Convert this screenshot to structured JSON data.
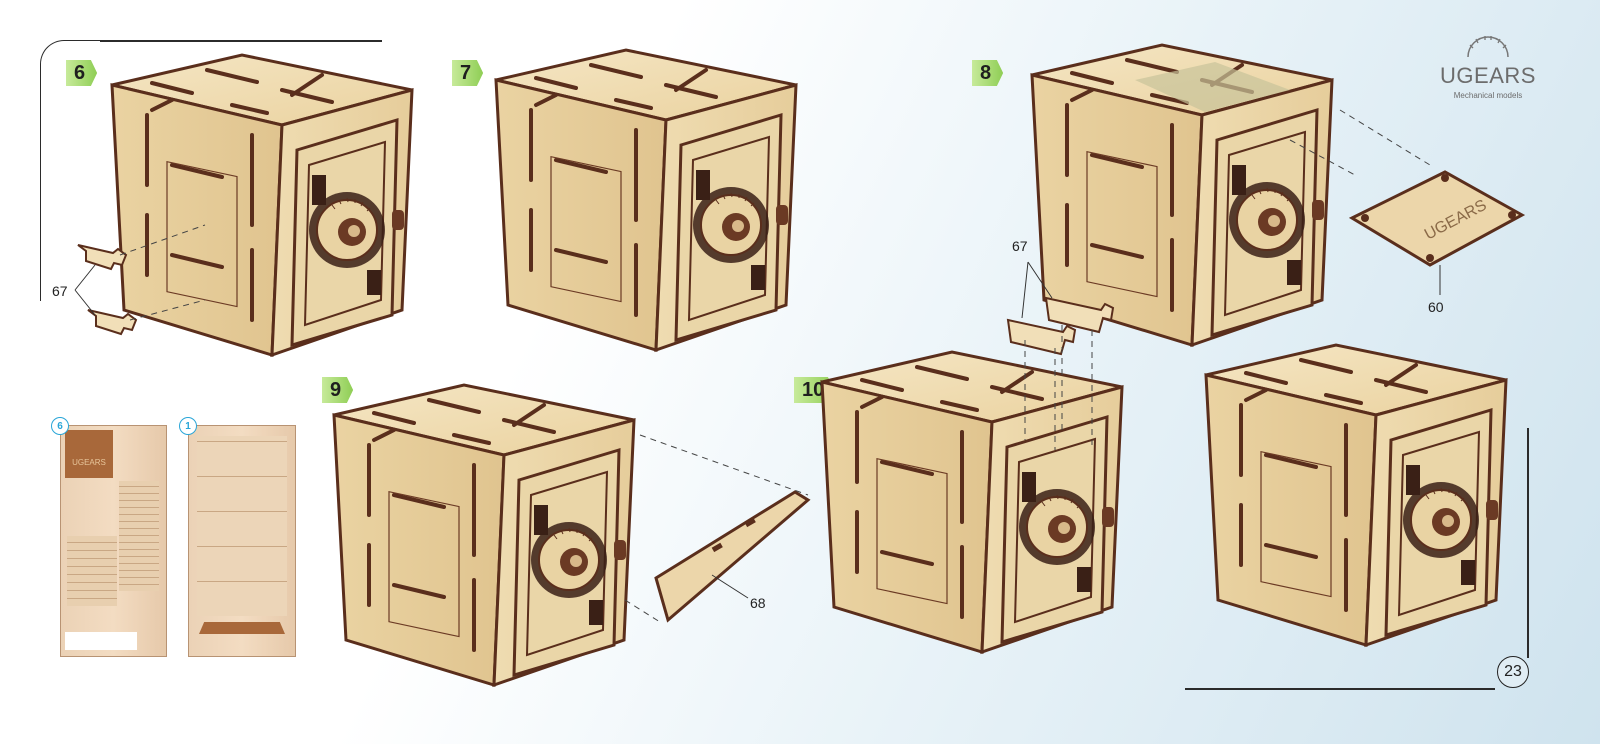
{
  "brand": {
    "name": "UGEARS",
    "tagline": "Mechanical models"
  },
  "page_number": "23",
  "steps": [
    {
      "number": "6"
    },
    {
      "number": "7"
    },
    {
      "number": "8"
    },
    {
      "number": "9"
    },
    {
      "number": "10"
    }
  ],
  "part_labels": {
    "p67_step6": "67",
    "p67_step10": "67",
    "p60": "60",
    "p68": "68"
  },
  "sheets": [
    {
      "badge": "6",
      "logo_text": "UGEARS"
    },
    {
      "badge": "1"
    }
  ],
  "colors": {
    "wood_light": "#f1dfb8",
    "wood_mid": "#e3c795",
    "wood_dark": "#5a2e1c",
    "step_badge": "#8fce55",
    "sheet_badge": "#2aa6d8"
  }
}
